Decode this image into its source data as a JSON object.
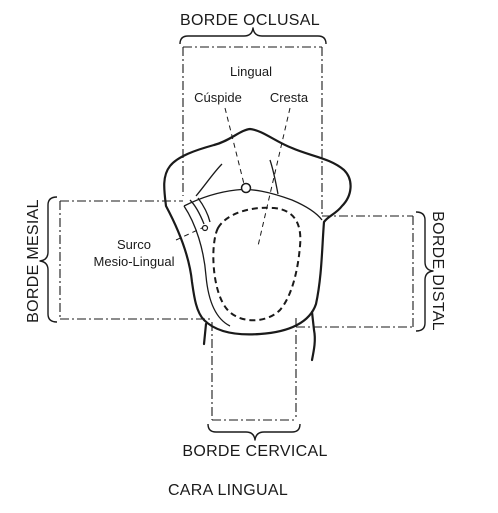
{
  "labels": {
    "top": "BORDE OCLUSAL",
    "bottom": "BORDE CERVICAL",
    "left": "BORDE MESIAL",
    "right": "BORDE DISTAL",
    "caption": "CARA LINGUAL"
  },
  "annotations": {
    "lingual": "Lingual",
    "cuspide": "Cúspide",
    "cresta": "Cresta",
    "surco_line1": "Surco",
    "surco_line2": "Mesio-Lingual"
  }
}
